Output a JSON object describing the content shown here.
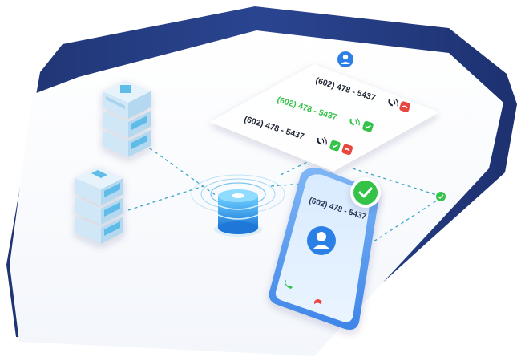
{
  "call_list": [
    {
      "number": "(602) 478 - 5437",
      "highlighted": false
    },
    {
      "number": "(602) 478 - 5437",
      "highlighted": true
    },
    {
      "number": "(602) 478 - 5437",
      "highlighted": false
    }
  ],
  "phone": {
    "caller_number": "(602) 478 - 5437",
    "status": "connected"
  },
  "colors": {
    "frame_navy": "#233a7e",
    "highlight_green": "#35c24a",
    "decline_red": "#e8463f",
    "accent_blue": "#2c7fe6",
    "server_teal": "#5fbbe8"
  },
  "icons": [
    "user-icon",
    "phone-ring-icon",
    "decline-icon",
    "accept-icon",
    "check-icon",
    "server-stack-icon",
    "database-hub-icon",
    "avatar-icon",
    "answer-icon",
    "hangup-icon"
  ]
}
